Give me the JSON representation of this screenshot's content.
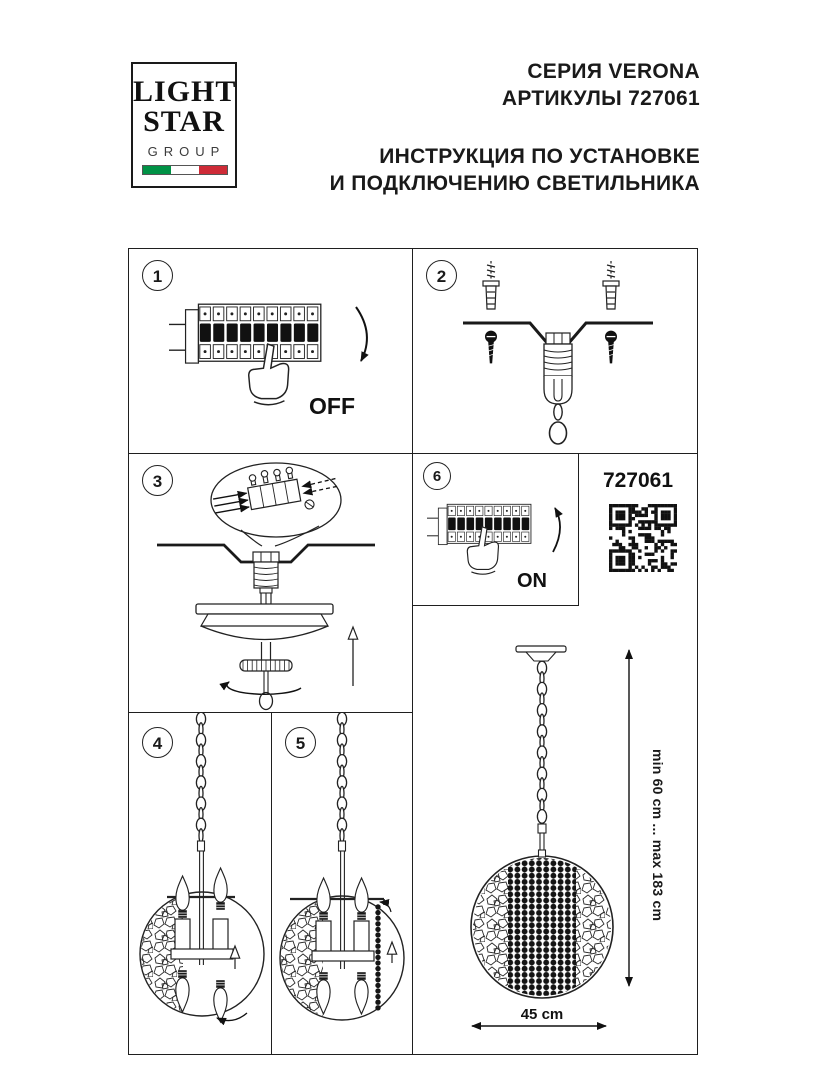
{
  "page": {
    "bg": "#ffffff",
    "ink": "#1a1a1a"
  },
  "logo": {
    "word1": "LIGHT",
    "word2": "STAR",
    "word3": "GROUP",
    "flag_green": "#009246",
    "flag_white": "#ffffff",
    "flag_red": "#ce2b37"
  },
  "header": {
    "series": "СЕРИЯ VERONA",
    "articles": "АРТИКУЛЫ 727061",
    "title1": "ИНСТРУКЦИЯ ПО УСТАНОВКЕ",
    "title2": "И ПОДКЛЮЧЕНИЮ СВЕТИЛЬНИКА"
  },
  "steps": {
    "one": {
      "num": "1",
      "label": "OFF"
    },
    "two": {
      "num": "2"
    },
    "three": {
      "num": "3"
    },
    "four": {
      "num": "4"
    },
    "five": {
      "num": "5"
    },
    "six": {
      "num": "6",
      "label": "ON"
    }
  },
  "qr": {
    "article": "727061"
  },
  "dims": {
    "height": "min 60 cm ... max 183 cm",
    "width": "45 cm"
  }
}
